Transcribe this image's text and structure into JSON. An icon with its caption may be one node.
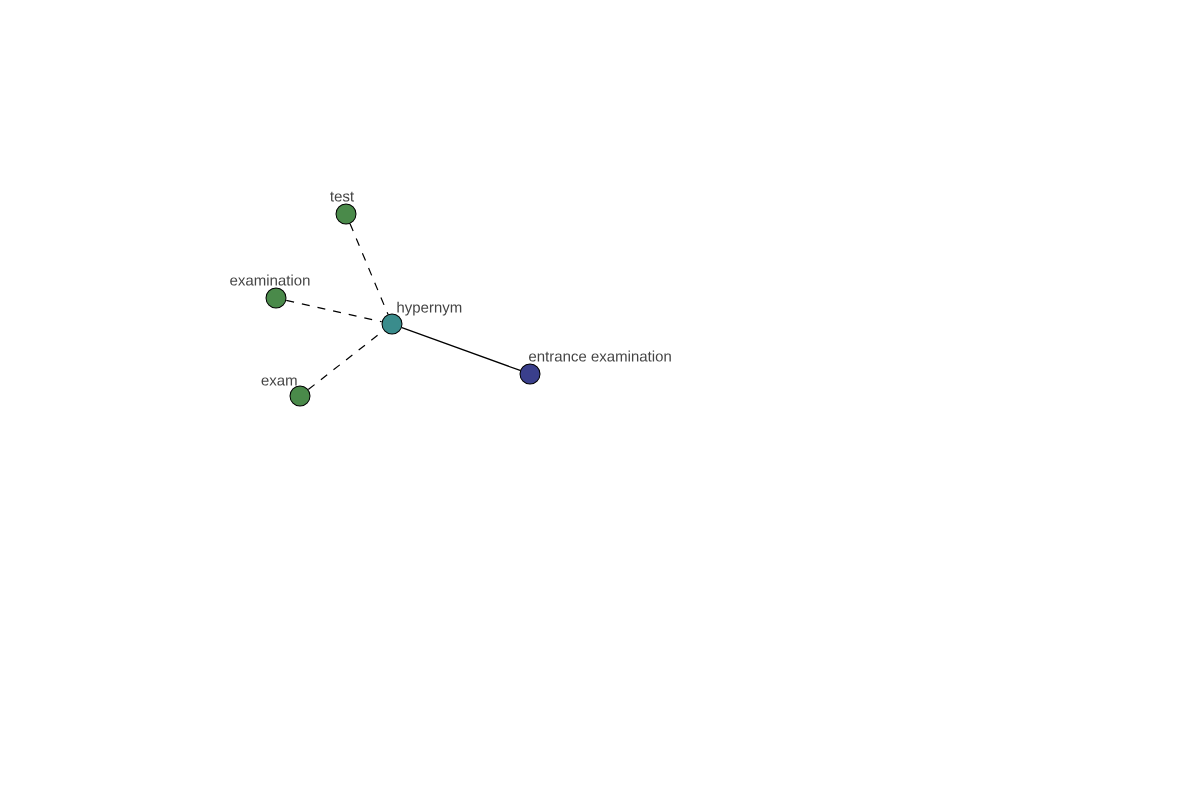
{
  "diagram": {
    "nodes": [
      {
        "text": [
          "hypernym"
        ]
      },
      {
        "text": [
          "test"
        ]
      },
      {
        "text": [
          "examination"
        ]
      },
      {
        "text": [
          "exam"
        ]
      },
      {
        "text": [
          "entrance examination"
        ]
      }
    ],
    "edges": [
      {
        "from": 1,
        "to": 0,
        "arrow": "none",
        "style": "dashed"
      },
      {
        "from": 2,
        "to": 0,
        "arrow": "none",
        "style": "dashed"
      },
      {
        "from": 3,
        "to": 0,
        "arrow": "none",
        "style": "dashed"
      },
      {
        "from": 0,
        "to": 4,
        "arrow": "none"
      }
    ]
  }
}
